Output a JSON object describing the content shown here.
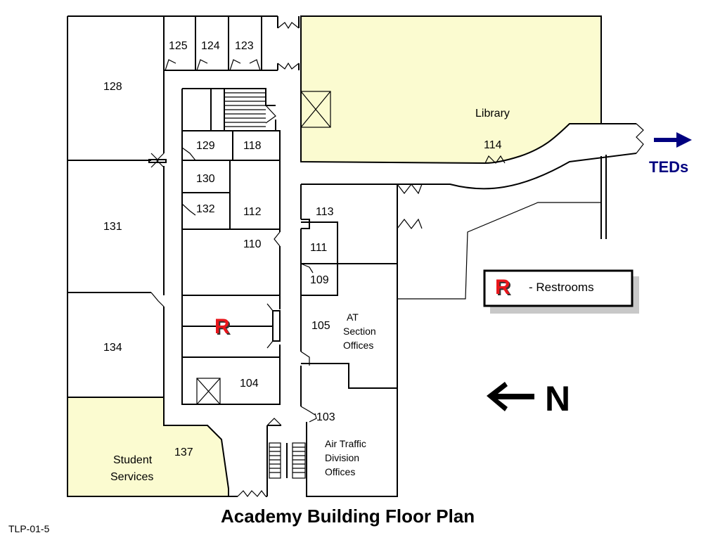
{
  "title": "Academy Building Floor Plan",
  "reference_code": "TLP-01-5",
  "colors": {
    "highlight_fill": "#fbfbd0",
    "restroom_red": "#e8161b",
    "teds_blue": "#000080",
    "legend_shadow": "#c8c8c8"
  },
  "rooms": {
    "r125": "125",
    "r124": "124",
    "r123": "123",
    "r128": "128",
    "r129": "129",
    "r118": "118",
    "r130": "130",
    "r132": "132",
    "r112": "112",
    "r131": "131",
    "r110": "110",
    "r113": "113",
    "r111": "111",
    "r109": "109",
    "r105": "105",
    "r134": "134",
    "r104": "104",
    "r103": "103",
    "r137": "137",
    "r114": "114"
  },
  "labels": {
    "library": "Library",
    "at_line1": "AT",
    "at_line2": "Section",
    "at_line3": "Offices",
    "atd_line1": "Air Traffic",
    "atd_line2": "Division",
    "atd_line3": "Offices",
    "ss_line1": "Student",
    "ss_line2": "Services"
  },
  "teds": {
    "label": "TEDs",
    "icon": "right-arrow-icon"
  },
  "north": {
    "letter": "N",
    "icon": "left-arrow-icon"
  },
  "legend": {
    "symbol": "R",
    "text": "- Restrooms"
  },
  "restroom_marker": "R"
}
